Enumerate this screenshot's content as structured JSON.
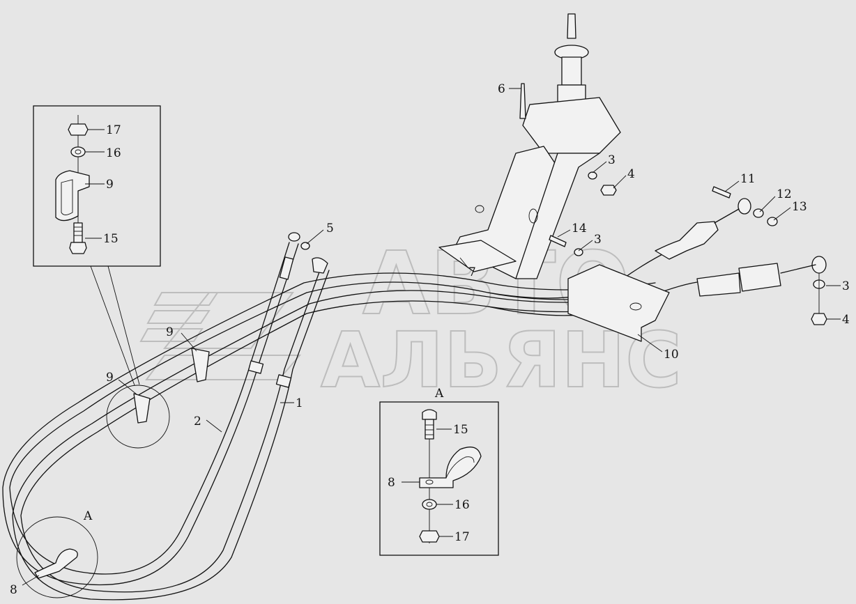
{
  "watermark": {
    "line1": "АВТО",
    "line2": "АЛЬЯНС"
  },
  "detail_labels": {
    "view_a_main": "A",
    "view_a_circle": "A"
  },
  "callouts": [
    {
      "id": "c-17-top",
      "text": "17"
    },
    {
      "id": "c-16-top",
      "text": "16"
    },
    {
      "id": "c-9-inset",
      "text": "9"
    },
    {
      "id": "c-15-top",
      "text": "15"
    },
    {
      "id": "c-6",
      "text": "6"
    },
    {
      "id": "c-3-a",
      "text": "3"
    },
    {
      "id": "c-4-a",
      "text": "4"
    },
    {
      "id": "c-5",
      "text": "5"
    },
    {
      "id": "c-14",
      "text": "14"
    },
    {
      "id": "c-3-b",
      "text": "3"
    },
    {
      "id": "c-7",
      "text": "7"
    },
    {
      "id": "c-11",
      "text": "11"
    },
    {
      "id": "c-12",
      "text": "12"
    },
    {
      "id": "c-13",
      "text": "13"
    },
    {
      "id": "c-3-c",
      "text": "3"
    },
    {
      "id": "c-4-c",
      "text": "4"
    },
    {
      "id": "c-10",
      "text": "10"
    },
    {
      "id": "c-9-a",
      "text": "9"
    },
    {
      "id": "c-9-b",
      "text": "9"
    },
    {
      "id": "c-2",
      "text": "2"
    },
    {
      "id": "c-1",
      "text": "1"
    },
    {
      "id": "c-15-bot",
      "text": "15"
    },
    {
      "id": "c-8-bot",
      "text": "8"
    },
    {
      "id": "c-16-bot",
      "text": "16"
    },
    {
      "id": "c-17-bot",
      "text": "17"
    },
    {
      "id": "c-8-left",
      "text": "8"
    }
  ]
}
